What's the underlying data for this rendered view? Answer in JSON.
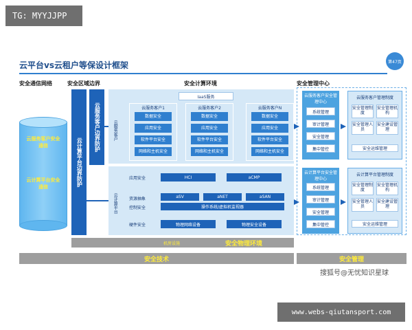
{
  "watermark_top": "TG: MYYJJPP",
  "page_title": "云平台vs云租户等保设计框架",
  "page_badge": "第47页",
  "col_headers": {
    "comm": "安全通信网络",
    "boundary": "安全区域边界",
    "compute": "安全计算环境",
    "mgmt": "安全管理中心"
  },
  "cylinder": {
    "tenant": "云服务客户安全通信",
    "platform": "云计算平台安全通信"
  },
  "boundary": {
    "platform": "云计算平台边界防护",
    "tenant": "云服务客户边界防护"
  },
  "tenant_env": {
    "side_label": "云服务客户",
    "iaas": "IaaS服务",
    "clients": [
      {
        "name": "云服务客户1",
        "items": [
          "数据安全",
          "应用安全",
          "软件平台安全",
          "网络和主机安全"
        ]
      },
      {
        "name": "云服务客户2",
        "items": [
          "数据安全",
          "应用安全",
          "软件平台安全",
          "网络和主机安全"
        ]
      },
      {
        "name": "云服务客户N",
        "items": [
          "数据安全",
          "应用安全",
          "软件平台安全",
          "网络和主机安全"
        ]
      }
    ]
  },
  "platform_env": {
    "side_label": "云计算平台",
    "app_label": "应用安全",
    "app_items": [
      "HCI",
      "aCMP"
    ],
    "res_label_1": "资源抽象",
    "res_label_2": "控制安全",
    "res_items": [
      "aSV",
      "aNET",
      "aSAN"
    ],
    "res_bar": "操作系统/虚拟机监视器",
    "hw_label": "硬件安全",
    "hw_items": [
      "物理网络设备",
      "物理安全设备"
    ]
  },
  "mgmt_tenant": {
    "title": "云服务客户安全管理中心",
    "items": [
      "系统管理",
      "审计管理",
      "安全管理",
      "集中管控"
    ]
  },
  "mgmt_platform": {
    "title": "云计算平台安全管理中心",
    "items": [
      "系统管理",
      "审计管理",
      "安全管理",
      "集中管控"
    ]
  },
  "policy_tenant": {
    "title": "云服务客户管理制度",
    "items": [
      "安全管理制度",
      "安全管理机构",
      "安全管理人员",
      "安全建设管理"
    ],
    "bottom": "安全运维管理"
  },
  "policy_platform": {
    "title": "云计算平台管理制度",
    "items": [
      "安全管理制度",
      "安全管理机构",
      "安全管理人员",
      "安全建设管理"
    ],
    "bottom": "安全运维管理"
  },
  "bottom_bars": {
    "room": "机房设施",
    "physical": "安全物理环境",
    "tech": "安全技术",
    "manage": "安全管理"
  },
  "source_text": "搜狐号@无忧知识星球",
  "watermark_bottom": "www.webs-qiutansport.com",
  "colors": {
    "title_blue": "#1f4e8c",
    "dark_blue": "#1e63b8",
    "light_blue": "#d5e8f7",
    "gray": "#9e9e9e",
    "yellow": "#ffeb3b"
  }
}
